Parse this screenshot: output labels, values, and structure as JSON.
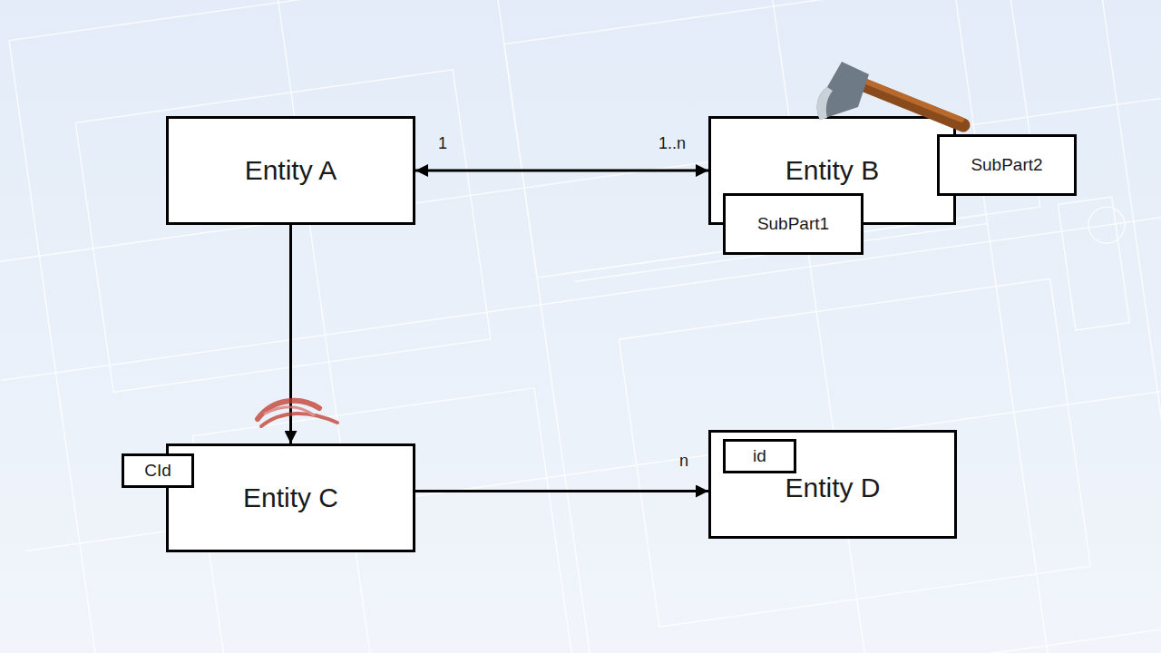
{
  "diagram": {
    "nodes": [
      {
        "text": [
          "Entity A"
        ]
      },
      {
        "text": [
          "Entity B"
        ]
      },
      {
        "text": [
          "SubPart2"
        ],
        "in": 1
      },
      {
        "text": [
          "SubPart1"
        ],
        "in": 1
      },
      {
        "text": [
          "Entity C"
        ]
      },
      {
        "text": [
          "CId"
        ],
        "in": 4
      },
      {
        "text": [
          "Entity D"
        ]
      },
      {
        "text": [
          "id"
        ],
        "in": 6
      }
    ],
    "edges": [
      {
        "from": 0,
        "to": 1,
        "arrow": "both"
      },
      {
        "from": 0,
        "to": 4,
        "arrow": "to"
      },
      {
        "from": 4,
        "to": 6,
        "arrow": "to"
      }
    ],
    "labels": [
      "1",
      "1..n",
      "n"
    ]
  }
}
